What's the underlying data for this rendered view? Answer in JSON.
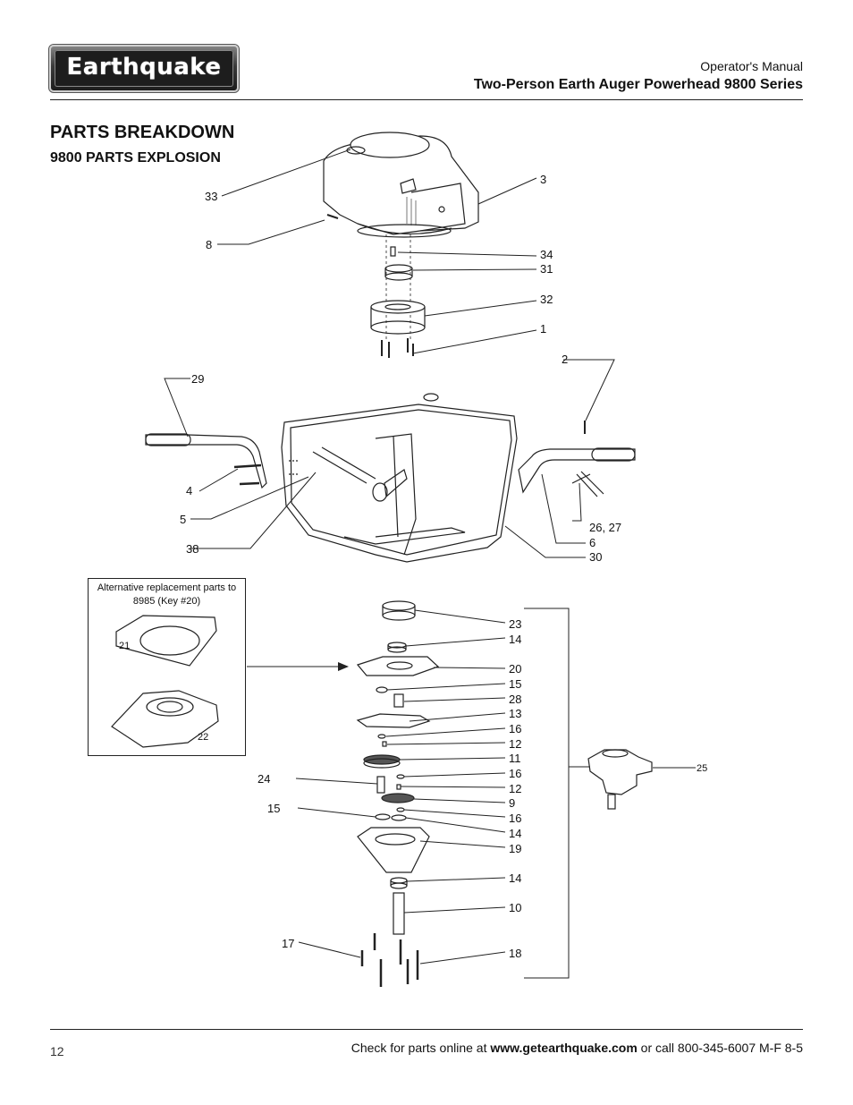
{
  "header": {
    "logo_text": "Earthquake",
    "subtitle": "Operator's Manual",
    "title": "Two-Person Earth Auger Powerhead 9800 Series"
  },
  "section": {
    "heading": "PARTS BREAKDOWN",
    "subheading": "9800 PARTS EXPLOSION"
  },
  "inset": {
    "caption": "Alternative replacement parts to 8985 (Key #20)",
    "labels": [
      "21",
      "22"
    ]
  },
  "callouts": {
    "c33": "33",
    "c8": "8",
    "c3": "3",
    "c34": "34",
    "c31": "31",
    "c32": "32",
    "c1": "1",
    "c2": "2",
    "c29": "29",
    "c4": "4",
    "c5": "5",
    "c38": "38",
    "c26_27": "26, 27",
    "c6": "6",
    "c30": "30",
    "c23": "23",
    "c14a": "14",
    "c20": "20",
    "c15a": "15",
    "c28": "28",
    "c13": "13",
    "c16a": "16",
    "c12a": "12",
    "c11": "11",
    "c16b": "16",
    "c12b": "12",
    "c9": "9",
    "c16c": "16",
    "c14b": "14",
    "c19": "19",
    "c14c": "14",
    "c10": "10",
    "c18": "18",
    "c17": "17",
    "c24": "24",
    "c15b": "15",
    "c25": "25"
  },
  "footer": {
    "page_number": "12",
    "text_before": "Check for parts online at ",
    "url": "www.getearthquake.com",
    "text_after": " or call 800-345-6007 M-F 8-5"
  }
}
